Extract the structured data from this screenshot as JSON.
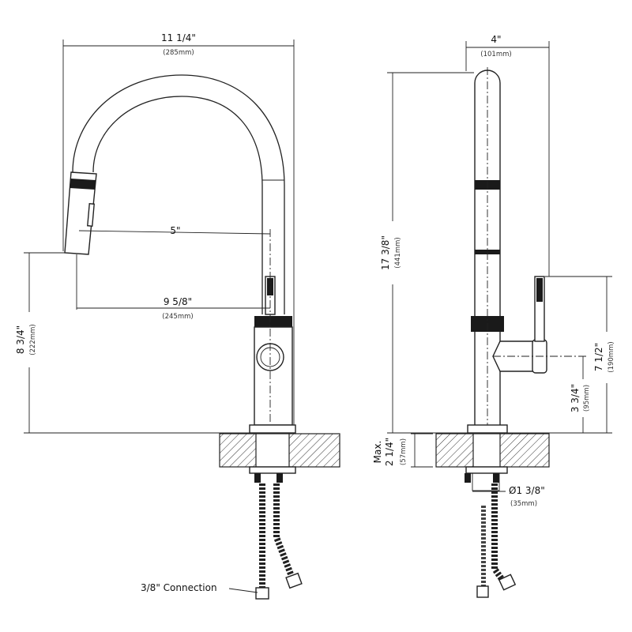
{
  "side_view": {
    "overall_width": {
      "imperial": "11 1/4\"",
      "metric": "(285mm)"
    },
    "spray_reach": {
      "imperial": "5\""
    },
    "spout_reach": {
      "imperial": "9 5/8\"",
      "metric": "(245mm)"
    },
    "spout_height": {
      "imperial": "8 3/4\"",
      "metric": "(222mm)"
    },
    "connection_label": "3/8\" Connection"
  },
  "front_view": {
    "width": {
      "imperial": "4\"",
      "metric": "(101mm)"
    },
    "overall_height": {
      "imperial": "17 3/8\"",
      "metric": "(441mm)"
    },
    "handle_height": {
      "imperial": "7 1/2\"",
      "metric": "(190mm)"
    },
    "handle_axis_height": {
      "imperial": "3 3/4\"",
      "metric": "(95mm)"
    },
    "max_deck": {
      "prefix": "Max.",
      "imperial": "2 1/4\"",
      "metric": "(57mm)"
    },
    "hole_diameter": {
      "imperial": "Ø1 3/8\"",
      "metric": "(35mm)"
    }
  }
}
